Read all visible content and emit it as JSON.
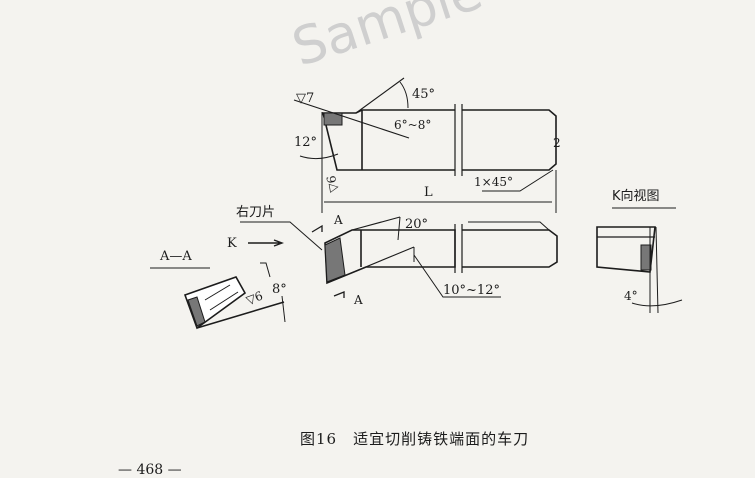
{
  "watermark": "Sample",
  "labels": {
    "surface_7": "▽7",
    "angle_45": "45°",
    "angle_6_8": "6°~8°",
    "angle_12": "12°",
    "surface_6_top": "▽6",
    "dim_L": "L",
    "chamfer": "1×45°",
    "dim_2": "2",
    "right_insert": "右刀片",
    "section_mark_top": "A",
    "section_mark_bottom": "A",
    "angle_20": "20°",
    "angle_10_12": "10°~12°",
    "view_K_arrow": "K",
    "section_AA": "A—A",
    "surface_6_section": "▽6",
    "angle_8": "8°",
    "view_K_title": "K向视图",
    "angle_4": "4°"
  },
  "caption": "图16　适宜切削铸铁端面的车刀",
  "page_number": "— 468 —"
}
